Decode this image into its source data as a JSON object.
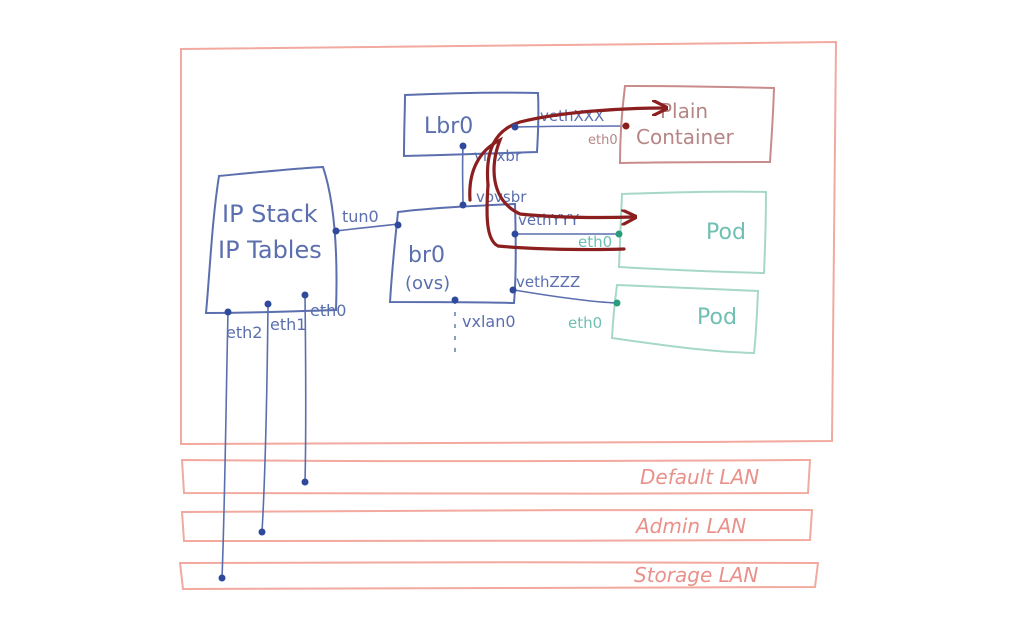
{
  "colors": {
    "host_outline": "#f2a99f",
    "network_blue": "#5b6fae",
    "node_dot": "#2f4a9c",
    "lan_label": "#e9908a",
    "container_outline": "#c98c8c",
    "pod_outline": "#a7d8c6",
    "traffic_arrow": "#8b1f1f"
  },
  "ip_stack": {
    "line1": "IP Stack",
    "line2": "IP Tables"
  },
  "interfaces": {
    "tun0": "tun0",
    "eth2": "eth2",
    "eth1": "eth1",
    "eth0": "eth0",
    "vinxbr": "vinxbr",
    "vovsbr": "vovsbr",
    "vethxxx": "vethXXX",
    "vethyyy": "vethYYY",
    "vethzzz": "vethZZZ",
    "vxlan0": "vxlan0"
  },
  "lbr0": {
    "label": "Lbr0"
  },
  "br0": {
    "label": "br0",
    "sublabel": "(ovs)"
  },
  "plain_container": {
    "line1": "Plain",
    "line2": "Container",
    "eth_label": "eth0"
  },
  "pods": [
    {
      "label": "Pod",
      "eth_label": "eth0"
    },
    {
      "label": "Pod",
      "eth_label": "eth0"
    }
  ],
  "lans": [
    {
      "label": "Default LAN"
    },
    {
      "label": "Admin LAN"
    },
    {
      "label": "Storage LAN"
    }
  ],
  "icons": {
    "connection_point": "dot-icon",
    "arrow": "arrow-icon"
  }
}
